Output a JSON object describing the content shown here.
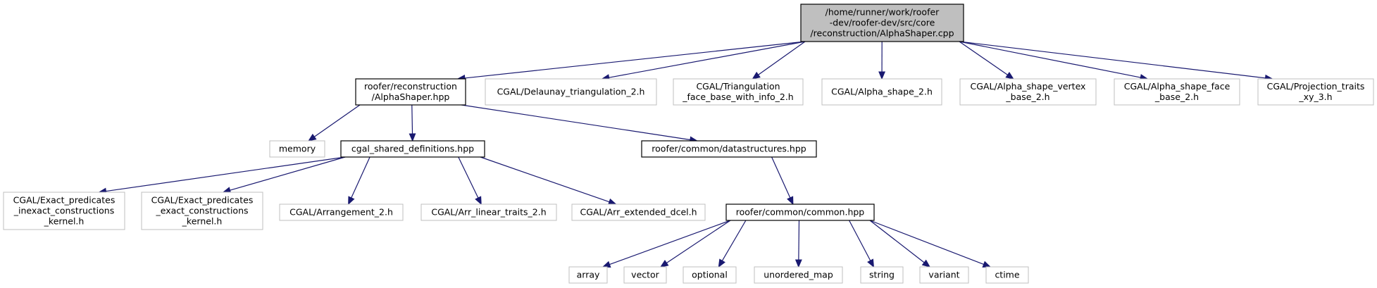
{
  "graph": {
    "title": "/home/runner/work/roofer-dev/roofer-dev/src/core/reconstruction/AlphaShaper.cpp",
    "colors": {
      "edge": "#191970",
      "root_fill": "#bfbfbf",
      "root_border": "#000000",
      "project_border": "#000000",
      "external_border": "#bfbfbf",
      "text": "#000000"
    },
    "nodes": [
      {
        "id": "root",
        "kind": "root",
        "lines": [
          "/home/runner/work/roofer",
          "-dev/roofer-dev/src/core",
          "/reconstruction/AlphaShaper.cpp"
        ]
      },
      {
        "id": "alphashaper-hpp",
        "kind": "project",
        "lines": [
          "roofer/reconstruction",
          "/AlphaShaper.hpp"
        ]
      },
      {
        "id": "delaunay",
        "kind": "external",
        "lines": [
          "CGAL/Delaunay_triangulation_2.h"
        ]
      },
      {
        "id": "tri-face-base",
        "kind": "external",
        "lines": [
          "CGAL/Triangulation",
          "_face_base_with_info_2.h"
        ]
      },
      {
        "id": "alpha-shape",
        "kind": "external",
        "lines": [
          "CGAL/Alpha_shape_2.h"
        ]
      },
      {
        "id": "alpha-vertex",
        "kind": "external",
        "lines": [
          "CGAL/Alpha_shape_vertex",
          "_base_2.h"
        ]
      },
      {
        "id": "alpha-face",
        "kind": "external",
        "lines": [
          "CGAL/Alpha_shape_face",
          "_base_2.h"
        ]
      },
      {
        "id": "projection",
        "kind": "external",
        "lines": [
          "CGAL/Projection_traits",
          "_xy_3.h"
        ]
      },
      {
        "id": "memory",
        "kind": "external",
        "lines": [
          "memory"
        ]
      },
      {
        "id": "cgal-shared",
        "kind": "project",
        "lines": [
          "cgal_shared_definitions.hpp"
        ]
      },
      {
        "id": "datastructures",
        "kind": "project",
        "lines": [
          "roofer/common/datastructures.hpp"
        ]
      },
      {
        "id": "epick",
        "kind": "external",
        "lines": [
          "CGAL/Exact_predicates",
          "_inexact_constructions",
          "_kernel.h"
        ]
      },
      {
        "id": "epeck",
        "kind": "external",
        "lines": [
          "CGAL/Exact_predicates",
          "_exact_constructions",
          "_kernel.h"
        ]
      },
      {
        "id": "arrangement",
        "kind": "external",
        "lines": [
          "CGAL/Arrangement_2.h"
        ]
      },
      {
        "id": "arr-linear",
        "kind": "external",
        "lines": [
          "CGAL/Arr_linear_traits_2.h"
        ]
      },
      {
        "id": "arr-dcel",
        "kind": "external",
        "lines": [
          "CGAL/Arr_extended_dcel.h"
        ]
      },
      {
        "id": "common-hpp",
        "kind": "project",
        "lines": [
          "roofer/common/common.hpp"
        ]
      },
      {
        "id": "array",
        "kind": "external",
        "lines": [
          "array"
        ]
      },
      {
        "id": "vector",
        "kind": "external",
        "lines": [
          "vector"
        ]
      },
      {
        "id": "optional",
        "kind": "external",
        "lines": [
          "optional"
        ]
      },
      {
        "id": "unordered-map",
        "kind": "external",
        "lines": [
          "unordered_map"
        ]
      },
      {
        "id": "string",
        "kind": "external",
        "lines": [
          "string"
        ]
      },
      {
        "id": "variant",
        "kind": "external",
        "lines": [
          "variant"
        ]
      },
      {
        "id": "ctime",
        "kind": "external",
        "lines": [
          "ctime"
        ]
      }
    ],
    "edges": [
      {
        "from": "root",
        "to": "alphashaper-hpp"
      },
      {
        "from": "root",
        "to": "delaunay"
      },
      {
        "from": "root",
        "to": "tri-face-base"
      },
      {
        "from": "root",
        "to": "alpha-shape"
      },
      {
        "from": "root",
        "to": "alpha-vertex"
      },
      {
        "from": "root",
        "to": "alpha-face"
      },
      {
        "from": "root",
        "to": "projection"
      },
      {
        "from": "alphashaper-hpp",
        "to": "memory"
      },
      {
        "from": "alphashaper-hpp",
        "to": "cgal-shared"
      },
      {
        "from": "alphashaper-hpp",
        "to": "datastructures"
      },
      {
        "from": "cgal-shared",
        "to": "epick"
      },
      {
        "from": "cgal-shared",
        "to": "epeck"
      },
      {
        "from": "cgal-shared",
        "to": "arrangement"
      },
      {
        "from": "cgal-shared",
        "to": "arr-linear"
      },
      {
        "from": "cgal-shared",
        "to": "arr-dcel"
      },
      {
        "from": "datastructures",
        "to": "common-hpp"
      },
      {
        "from": "common-hpp",
        "to": "array"
      },
      {
        "from": "common-hpp",
        "to": "vector"
      },
      {
        "from": "common-hpp",
        "to": "optional"
      },
      {
        "from": "common-hpp",
        "to": "unordered-map"
      },
      {
        "from": "common-hpp",
        "to": "string"
      },
      {
        "from": "common-hpp",
        "to": "variant"
      },
      {
        "from": "common-hpp",
        "to": "ctime"
      }
    ]
  }
}
